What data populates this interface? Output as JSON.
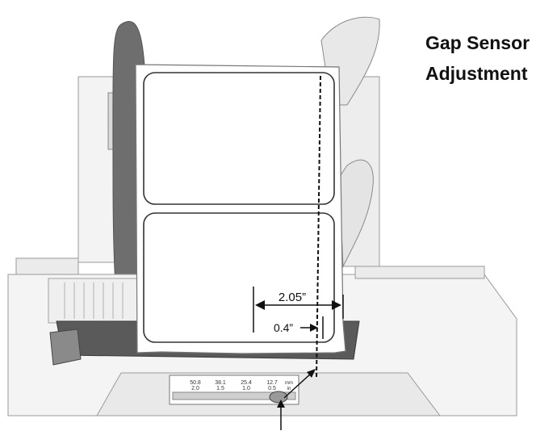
{
  "title": {
    "line1": "Gap Sensor",
    "line2": "Adjustment"
  },
  "dimensions": {
    "label_width": "2.05”",
    "sensor_offset": "0.4”"
  },
  "scale": {
    "mm_values": [
      "50.8",
      "38.1",
      "25.4",
      "12.7"
    ],
    "in_values": [
      "2.0",
      "1.5",
      "1.0",
      "0.5"
    ],
    "unit_mm": "mm",
    "unit_in": "in"
  }
}
